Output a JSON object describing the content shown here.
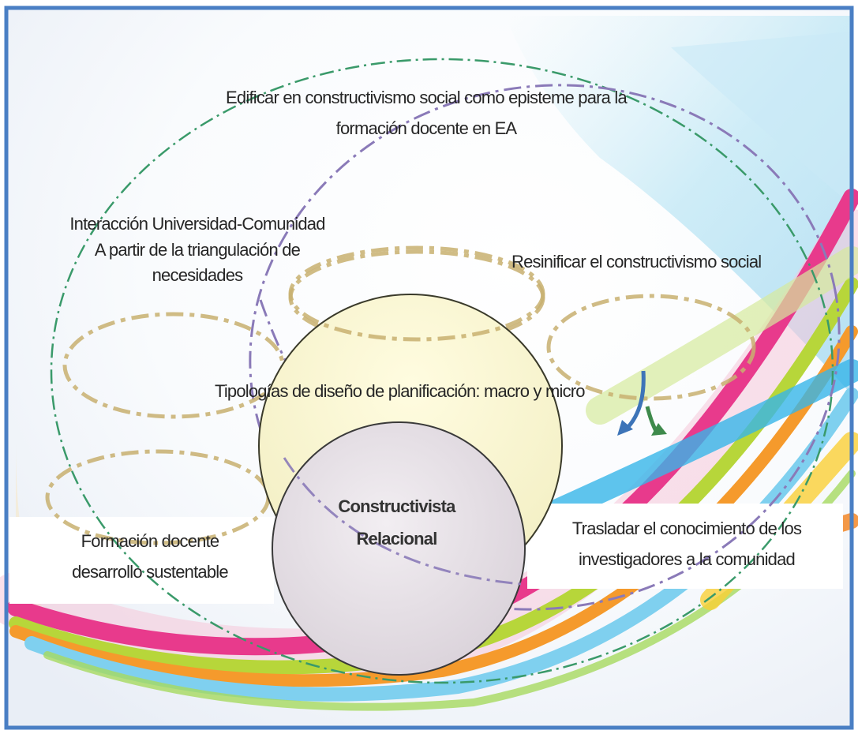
{
  "diagram": {
    "top_text": [
      "Edificar en constructivismo social como episteme para la",
      "formación docente en EA"
    ],
    "left_text": [
      "Interacción Universidad-Comunidad",
      "A partir de la triangulación de",
      "necesidades"
    ],
    "right_text": "Resinificar el constructivismo social",
    "middle_text": "Tipologías de diseño de planificación: macro y micro",
    "center_text": [
      "Constructivista",
      "Relacional"
    ],
    "bottom_left_text": [
      "Formación docente",
      "desarrollo sustentable"
    ],
    "bottom_right_text": [
      "Trasladar el conocimiento de los",
      "investigadores a la comunidad"
    ]
  },
  "colors": {
    "frame_border": "#4a7fc4",
    "dash_green": "#3a9a6a",
    "dash_purple": "#8a7ab8",
    "dash_tan": "#c8b070",
    "center_fill": "#e6e1e6",
    "upper_circle_fill": "#fbf7cf"
  }
}
